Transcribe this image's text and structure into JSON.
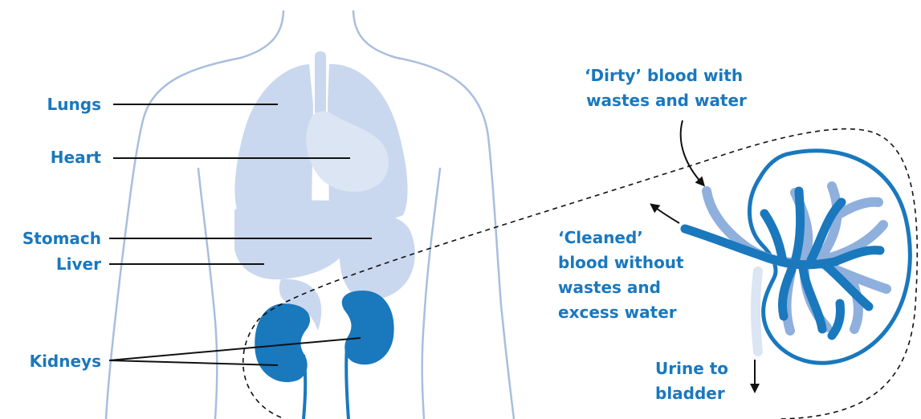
{
  "labels": {
    "lungs": "Lungs",
    "heart": "Heart",
    "stomach": "Stomach",
    "liver": "Liver",
    "kidneys": "Kidneys"
  },
  "annotations": {
    "dirty_blood": [
      "‘Dirty’ blood with",
      "wastes and water"
    ],
    "cleaned_blood": [
      "‘Cleaned’",
      "blood without",
      "wastes and",
      "excess water"
    ],
    "urine": [
      "Urine to",
      "bladder"
    ]
  },
  "colors": {
    "label": "#1a78bd",
    "kidney": "#1a78bd",
    "organ_light": "#c9d8ee",
    "organ_pale": "#dbe5f3",
    "outline": "#a9bede",
    "vessel_light": "#8fb0dc",
    "leader": "#111111"
  }
}
